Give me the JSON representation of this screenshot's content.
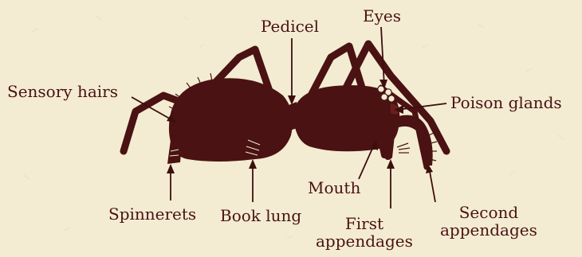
{
  "labels": {
    "pedicel": "Pedicel",
    "eyes": "Eyes",
    "sensory_hairs": "Sensory hairs",
    "poison_glands": "Poison glands",
    "mouth": "Mouth",
    "spinnerets": "Spinnerets",
    "book_lung": "Book lung",
    "first_appendages": [
      "First",
      "appendages"
    ],
    "second_appendages": [
      "Second",
      "appendages"
    ]
  },
  "colors": {
    "background": "#f3ecd2",
    "ink": "#4a1212"
  }
}
